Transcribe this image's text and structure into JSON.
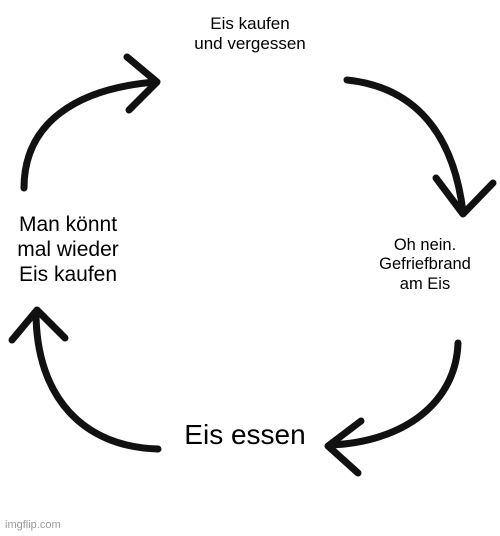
{
  "cycle": {
    "steps": [
      "Eis kaufen\nund vergessen",
      "Oh nein.\nGefriefbrand\nam Eis",
      "Eis essen",
      "Man könnt\nmal wieder\nEis kaufen"
    ]
  },
  "watermark": "imgflip.com",
  "colors": {
    "arrow": "#111111",
    "text": "#000000",
    "watermark": "#9a9a9a"
  }
}
